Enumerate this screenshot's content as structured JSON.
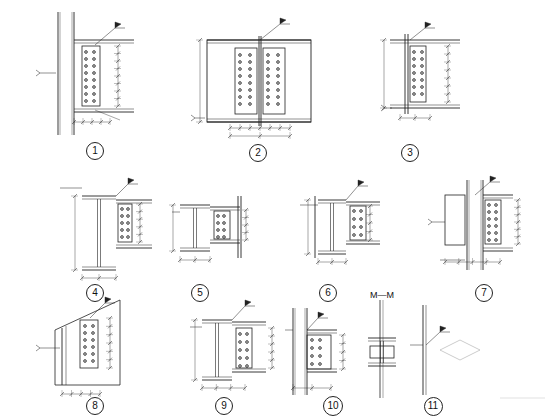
{
  "diagram": {
    "nodes": [
      {
        "text": [
          "1"
        ]
      },
      {
        "text": [
          "2"
        ]
      },
      {
        "text": [
          "3"
        ]
      },
      {
        "text": [
          "4"
        ]
      },
      {
        "text": [
          "5"
        ]
      },
      {
        "text": [
          "6"
        ]
      },
      {
        "text": [
          "7"
        ]
      },
      {
        "text": [
          "8"
        ]
      },
      {
        "text": [
          "9"
        ]
      },
      {
        "text": [
          "10"
        ]
      },
      {
        "text": [
          "11"
        ]
      }
    ],
    "labels": [
      "M—M"
    ]
  }
}
